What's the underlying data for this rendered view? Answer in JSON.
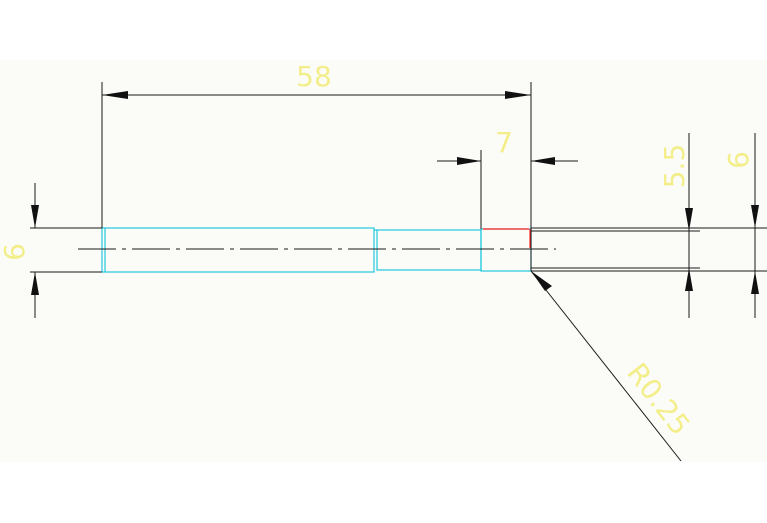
{
  "drawing": {
    "dimensions": {
      "overall_length": "58",
      "step_length": "7",
      "left_diameter": "6",
      "right_diameter_a": "5.5",
      "right_diameter_b": "6",
      "fillet_radius": "R0.25"
    },
    "colors": {
      "background": "#ffffff",
      "panel": "#fbfcf7",
      "outline": "#22c8e0",
      "dimension_text": "#f3ee8a",
      "dimension_lines": "#1a1a1a",
      "highlight": "#ff2020"
    }
  }
}
